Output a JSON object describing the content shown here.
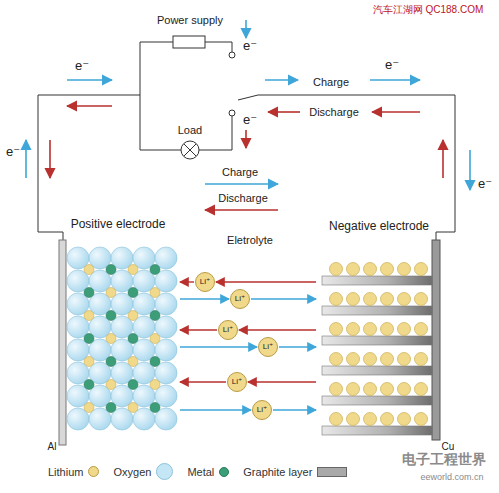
{
  "diagram": {
    "nodes": [
      {
        "text": [
          "Positive electrode"
        ]
      },
      {
        "text": [
          "Negative electrode"
        ]
      },
      {
        "text": [
          "Li⁺"
        ]
      },
      {
        "text": [
          "Li⁺"
        ]
      },
      {
        "text": [
          "Li⁺"
        ]
      },
      {
        "text": [
          "Li⁺"
        ]
      },
      {
        "text": [
          "Li⁺"
        ]
      },
      {
        "text": [
          "Li⁺"
        ]
      }
    ],
    "edges": [
      {
        "from": 1,
        "to": 2,
        "arrow": "to"
      },
      {
        "from": 2,
        "to": 0,
        "arrow": "to"
      },
      {
        "from": 0,
        "to": 3,
        "arrow": "to"
      },
      {
        "from": 3,
        "to": 1,
        "arrow": "to"
      },
      {
        "from": 1,
        "to": 4,
        "arrow": "to"
      },
      {
        "from": 4,
        "to": 0,
        "arrow": "to"
      },
      {
        "from": 0,
        "to": 5,
        "arrow": "to"
      },
      {
        "from": 5,
        "to": 1,
        "arrow": "to"
      },
      {
        "from": 1,
        "to": 6,
        "arrow": "to"
      },
      {
        "from": 6,
        "to": 0,
        "arrow": "to"
      },
      {
        "from": 0,
        "to": 7,
        "arrow": "to"
      },
      {
        "from": 7,
        "to": 1,
        "arrow": "to"
      }
    ],
    "labels": [
      "汽车江湖网 QC188.COM",
      "Power supply",
      "e⁻",
      "e⁻",
      "Charge",
      "e⁻",
      "Load",
      "e⁻",
      "Discharge",
      "e⁻",
      "e⁻",
      "Charge",
      "Discharge",
      "Eletrolyte",
      "Al",
      "Cu",
      "电子工程世界",
      "eeworld.com.cn"
    ],
    "legend": [
      {
        "text": "Lithium",
        "color": "#f0d98a"
      },
      {
        "text": "Oxygen",
        "color": "#c4e6f5"
      },
      {
        "text": "Metal",
        "color": "#3c9e78"
      },
      {
        "text": "Graphite layer",
        "color": "#a9a9a9"
      }
    ]
  }
}
